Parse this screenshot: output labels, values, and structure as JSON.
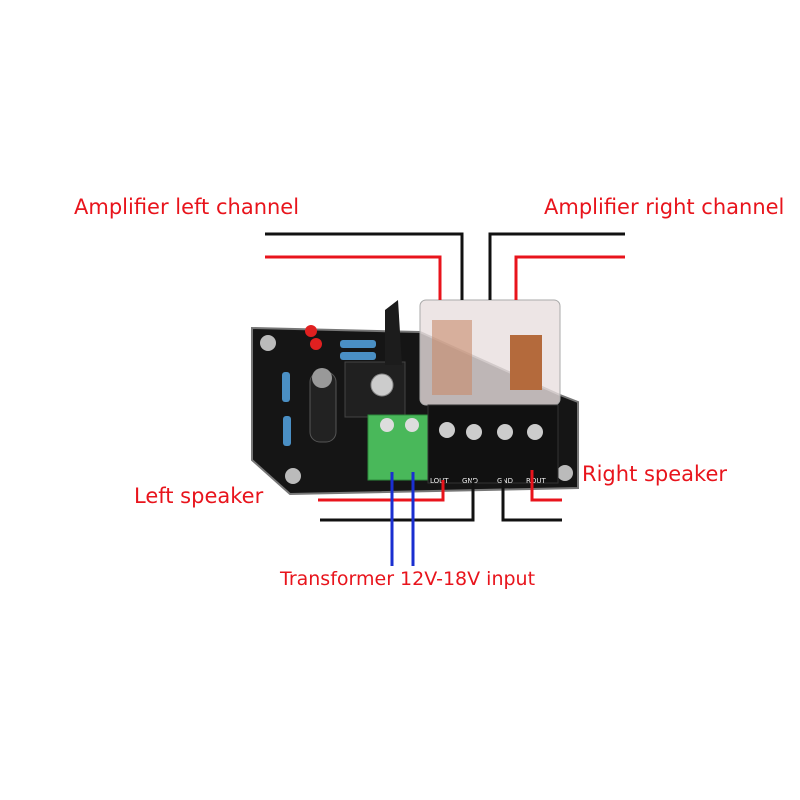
{
  "labels": {
    "amp_left": "Amplifier left channel",
    "amp_right": "Amplifier right channel",
    "left_speaker": "Left speaker",
    "right_speaker": "Right speaker",
    "transformer": "Transformer 12V-18V input"
  },
  "board_terminals": [
    "LOUT",
    "GND",
    "GND",
    "ROUT"
  ],
  "colors": {
    "label": "#e8141c",
    "wire_red": "#e8141c",
    "wire_black": "#111111",
    "wire_blue": "#1a2fd0",
    "board": "#141414",
    "terminal_green": "#49b85a"
  }
}
